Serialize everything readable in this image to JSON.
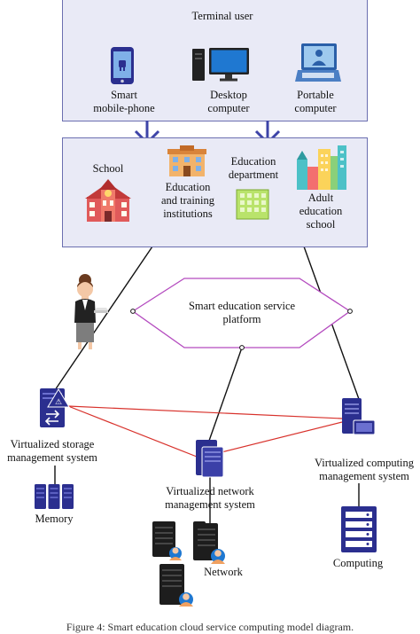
{
  "terminal_user": {
    "title": "Terminal user",
    "devices": [
      {
        "label_line1": "Smart",
        "label_line2": "mobile-phone",
        "icon": "smartphone-icon"
      },
      {
        "label_line1": "Desktop",
        "label_line2": "computer",
        "icon": "desktop-computer-icon"
      },
      {
        "label_line1": "Portable",
        "label_line2": "computer",
        "icon": "laptop-icon"
      }
    ]
  },
  "institutions": {
    "school": "School",
    "training_line1": "Education",
    "training_line2": "and training",
    "training_line3": "institutions",
    "department_line1": "Education",
    "department_line2": "department",
    "adult_line1": "Adult",
    "adult_line2": "education",
    "adult_line3": "school"
  },
  "platform": {
    "line1": "Smart education service",
    "line2": "platform"
  },
  "systems": {
    "storage_line1": "Virtualized storage",
    "storage_line2": "management system",
    "network_line1": "Virtualized network",
    "network_line2": "management system",
    "computing_line1": "Virtualized computing",
    "computing_line2": "management system"
  },
  "resources": {
    "memory": "Memory",
    "network": "Network",
    "computing": "Computing"
  },
  "caption": "Figure 4: Smart education cloud service computing model diagram.",
  "colors": {
    "box_fill": "#e9eaf6",
    "box_border": "#6b6fb0",
    "arrow": "#3d44a8",
    "hexagon": "#b44bbf",
    "red_link": "#d8322c",
    "server_blue": "#2b2f8f"
  }
}
